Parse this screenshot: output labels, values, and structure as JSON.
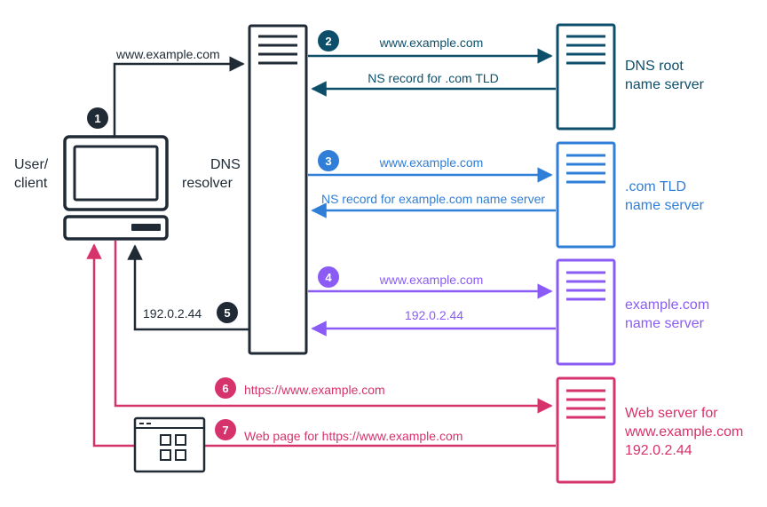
{
  "colors": {
    "dark": "#1f2a35",
    "root": "#0d4f6b",
    "tld": "#2f7fd8",
    "auth": "#8a5cf5",
    "web": "#d6336c"
  },
  "client": {
    "label_line1": "User/",
    "label_line2": "client"
  },
  "resolver": {
    "label_line1": "DNS",
    "label_line2": "resolver"
  },
  "servers": {
    "root": {
      "line1": "DNS root",
      "line2": "name server"
    },
    "tld": {
      "line1": ".com TLD",
      "line2": "name server"
    },
    "auth": {
      "line1": "example.com",
      "line2": "name server"
    },
    "web": {
      "line1": "Web server for",
      "line2": "www.example.com",
      "line3": "192.0.2.44"
    }
  },
  "steps": {
    "s1": {
      "num": "1",
      "label": "www.example.com"
    },
    "s2": {
      "num": "2",
      "request": "www.example.com",
      "response": "NS record for .com TLD"
    },
    "s3": {
      "num": "3",
      "request": "www.example.com",
      "response": "NS record for example.com name server"
    },
    "s4": {
      "num": "4",
      "request": "www.example.com",
      "response": "192.0.2.44"
    },
    "s5": {
      "num": "5",
      "label": "192.0.2.44"
    },
    "s6": {
      "num": "6",
      "label": "https://www.example.com"
    },
    "s7": {
      "num": "7",
      "label": "Web page for https://www.example.com"
    }
  }
}
